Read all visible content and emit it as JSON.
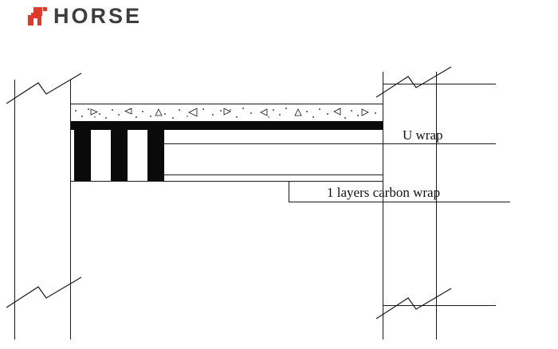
{
  "page": {
    "background": "#ffffff"
  },
  "logo": {
    "brand": "HORSE",
    "icon": "horse-pixel-icon",
    "accent_color": "#e13a2a",
    "text_color": "#3d3d3d"
  },
  "diagram": {
    "type": "structural-detail-drawing",
    "labels": {
      "u_wrap": "U wrap",
      "carbon_wrap": "1 layers carbon wrap"
    },
    "line_color": "#1a1a1a",
    "wrap_fill_color": "#0a0a0a"
  }
}
